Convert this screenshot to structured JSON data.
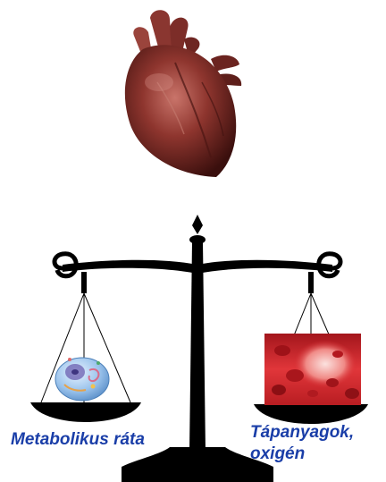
{
  "labels": {
    "left": "Metabolikus ráta",
    "right_line1": "Tápanyagok,",
    "right_line2": "oxigén"
  },
  "colors": {
    "label_text": "#1a3ea8",
    "scale": "#000000",
    "heart_main": "#7a2a25",
    "blood_vessel": "#d8262b",
    "cell": "#8fb8e6"
  },
  "icons": {
    "top": "heart-icon",
    "left_pan": "cell-icon",
    "right_pan": "blood-vessel-icon"
  }
}
